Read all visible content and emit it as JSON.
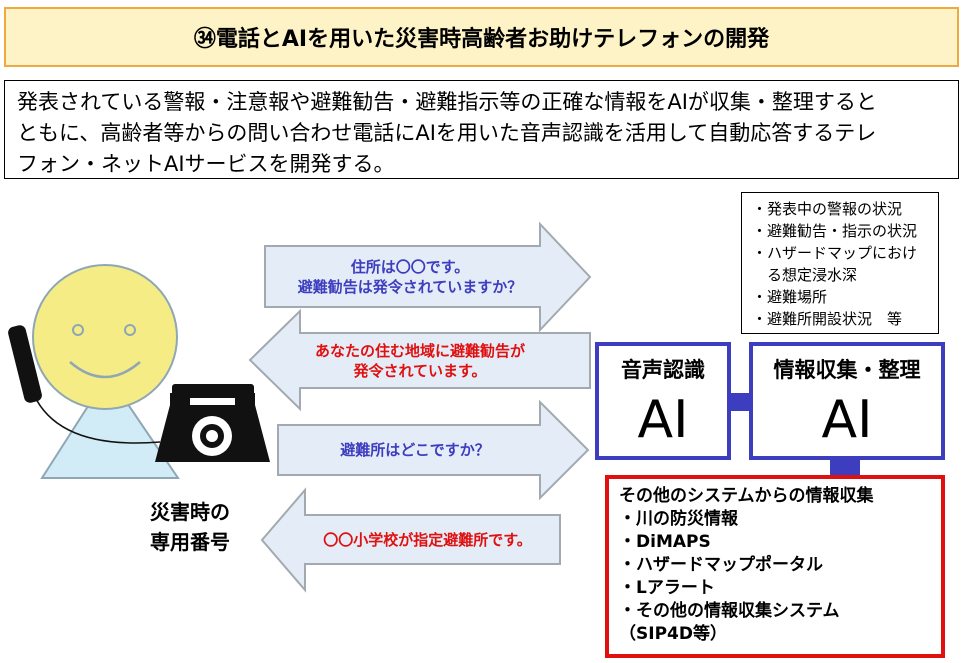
{
  "title": "㉞電話とAIを用いた災害時高齢者お助けテレフォンの開発",
  "summary_lines": [
    "発表されている警報・注意報や避難勧告・避難指示等の正確な情報をAIが収集・整理すると",
    "ともに、高齢者等からの問い合わせ電話にAIを用いた音声認識を活用して自動応答するテレ",
    "フォン・ネットAIサービスを開発する。"
  ],
  "info_items": [
    "・発表中の警報の状況",
    "・避難勧告・指示の状況",
    "・ハザードマップにおけ",
    "　る想定浸水深",
    "・避難場所",
    "・避難所開設状況　等"
  ],
  "ai_speech": {
    "heading": "音声認識",
    "label": "AI"
  },
  "ai_info": {
    "heading": "情報収集・整理",
    "label": "AI"
  },
  "other_systems": {
    "heading": "その他のシステムからの情報収集",
    "items": [
      "・川の防災情報",
      "・DiMAPS",
      "・ハザードマップポータル",
      "・Lアラート",
      "・その他の情報収集システム",
      "（SIP4D等）"
    ]
  },
  "arrows": {
    "q1_line1": "住所は〇〇です。",
    "q1_line2": "避難勧告は発令されていますか？",
    "a1_line1": "あなたの住む地域に避難勧告が",
    "a1_line2": "発令されています。",
    "q2": "避難所はどこですか？",
    "a2": "〇〇小学校が指定避難所です。"
  },
  "caption": {
    "line1": "災害時の",
    "line2": "専用番号"
  },
  "colors": {
    "title_bg": "#fef3c7",
    "title_border": "#f0a840",
    "ai_border": "#3d3dbf",
    "other_border": "#e01010",
    "arrow_fill": "#e4edf7",
    "arrow_stroke": "#a3aaaf",
    "face": "#f5ec86",
    "body": "#d2ecf7"
  }
}
